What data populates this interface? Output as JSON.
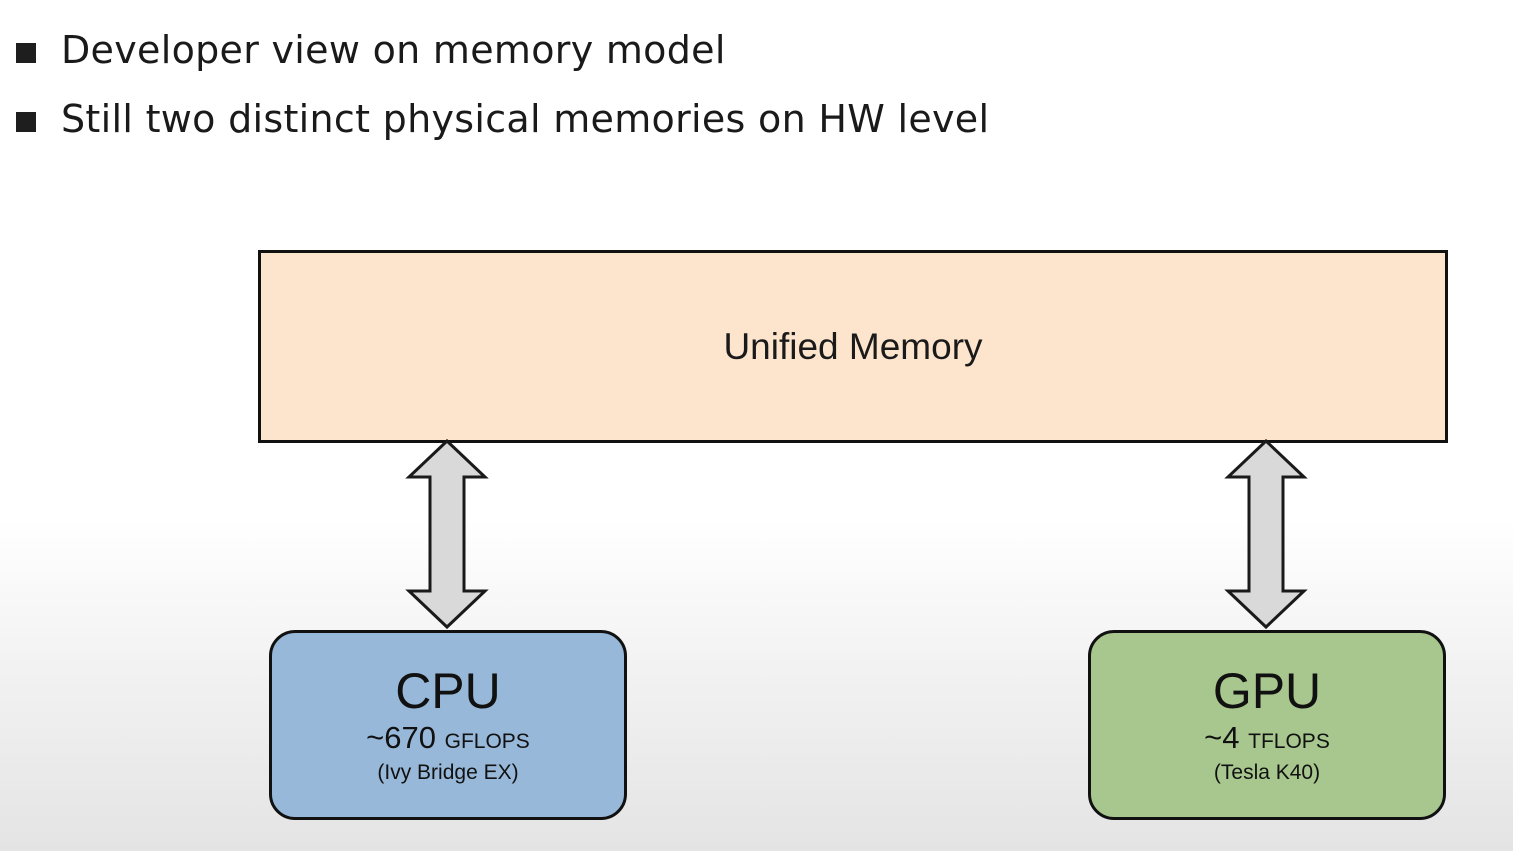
{
  "bullets": [
    "Developer view on memory model",
    "Still two distinct physical memories on HW level"
  ],
  "diagram": {
    "memory_label": "Unified Memory",
    "cpu": {
      "name": "CPU",
      "perf_value": "~670",
      "perf_unit": "GFLOPS",
      "model": "(Ivy Bridge EX)",
      "color": "#97b8d9"
    },
    "gpu": {
      "name": "GPU",
      "perf_value": "~4",
      "perf_unit": "TFLOPS",
      "model": "(Tesla K40)",
      "color": "#a7c78e"
    },
    "memory_color": "#fde5cd",
    "arrow_color": "#d9d9d9"
  }
}
